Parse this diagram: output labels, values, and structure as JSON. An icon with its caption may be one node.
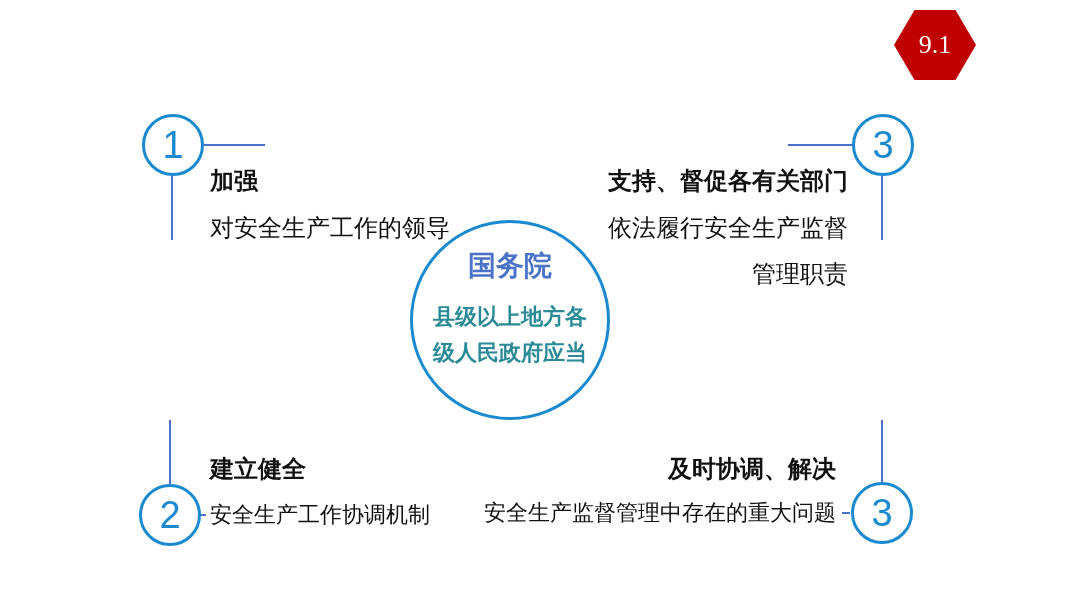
{
  "diagram": {
    "nodes": [
      {
        "text": [
          "9.1"
        ]
      },
      {
        "text": [
          "1"
        ]
      },
      {
        "text": [
          "3"
        ]
      },
      {
        "text": [
          "国务院",
          "县级以上地方各级人民政府应当"
        ]
      },
      {
        "text": [
          "2"
        ]
      },
      {
        "text": [
          "3"
        ]
      }
    ],
    "labels": [
      "加强",
      "对安全生产工作的领导",
      "支持、督促各有关部门",
      "依法履行安全生产监督管理职责",
      "建立健全",
      "安全生产工作协调机制",
      "及时协调、解决",
      "安全生产监督管理中存在的重大问题"
    ]
  }
}
